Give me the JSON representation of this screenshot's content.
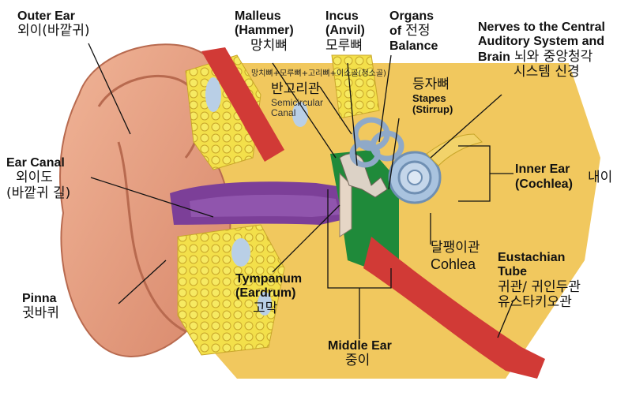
{
  "labels": {
    "outer_ear": {
      "en": "Outer Ear",
      "ko": "외이(바깥귀)"
    },
    "malleus": {
      "en1": "Malleus",
      "en2": "(Hammer)",
      "ko": "망치뼈"
    },
    "incus": {
      "en1": "Incus",
      "en2": "(Anvil)",
      "ko": "모루뼈"
    },
    "ossicles_note": "망치뼈+모루뼈+고리뼈+이소골(청소골)",
    "organs_balance": {
      "en1": "Organs",
      "en2": "of",
      "ko": "전정",
      "en3": "Balance"
    },
    "nerves": {
      "en1": "Nerves to the Central",
      "en2": "Auditory System and",
      "en3": "Brain",
      "ko1": "뇌와 중앙청각",
      "ko2": "시스템 신경"
    },
    "semicircular": {
      "ko": "반고리관",
      "en1": "Semicircular",
      "en2": "Canal"
    },
    "stapes": {
      "ko": "등자뼈",
      "en1": "Stapes",
      "en2": "(Stirrup)"
    },
    "ear_canal": {
      "en": "Ear Canal",
      "ko1": "외이도",
      "ko2": "(바깥귀 길)"
    },
    "inner_ear": {
      "en1": "Inner Ear",
      "en2": "(Cochlea)",
      "ko": "내이"
    },
    "cochlea": {
      "ko": "달팽이관",
      "en": "Cohlea"
    },
    "eustachian": {
      "en1": "Eustachian",
      "en2": "Tube",
      "ko1": "귀관/ 귀인두관",
      "ko2": "유스타키오관"
    },
    "pinna": {
      "en": "Pinna",
      "ko": "귓바퀴"
    },
    "tympanum": {
      "en1": "Tympanum",
      "en2": "(Eardrum)",
      "ko": "고막"
    },
    "middle_ear": {
      "en": "Middle Ear",
      "ko": "중이"
    }
  },
  "colors": {
    "skin": "#e9a384",
    "skin_dark": "#c9785c",
    "cartilage": "#f3e04a",
    "bone": "#e8b84a",
    "canal": "#7c3f98",
    "middle_ear": "#1f8a3a",
    "muscle": "#d13a36",
    "fluid": "#b9cfe6",
    "leader": "#111111"
  }
}
